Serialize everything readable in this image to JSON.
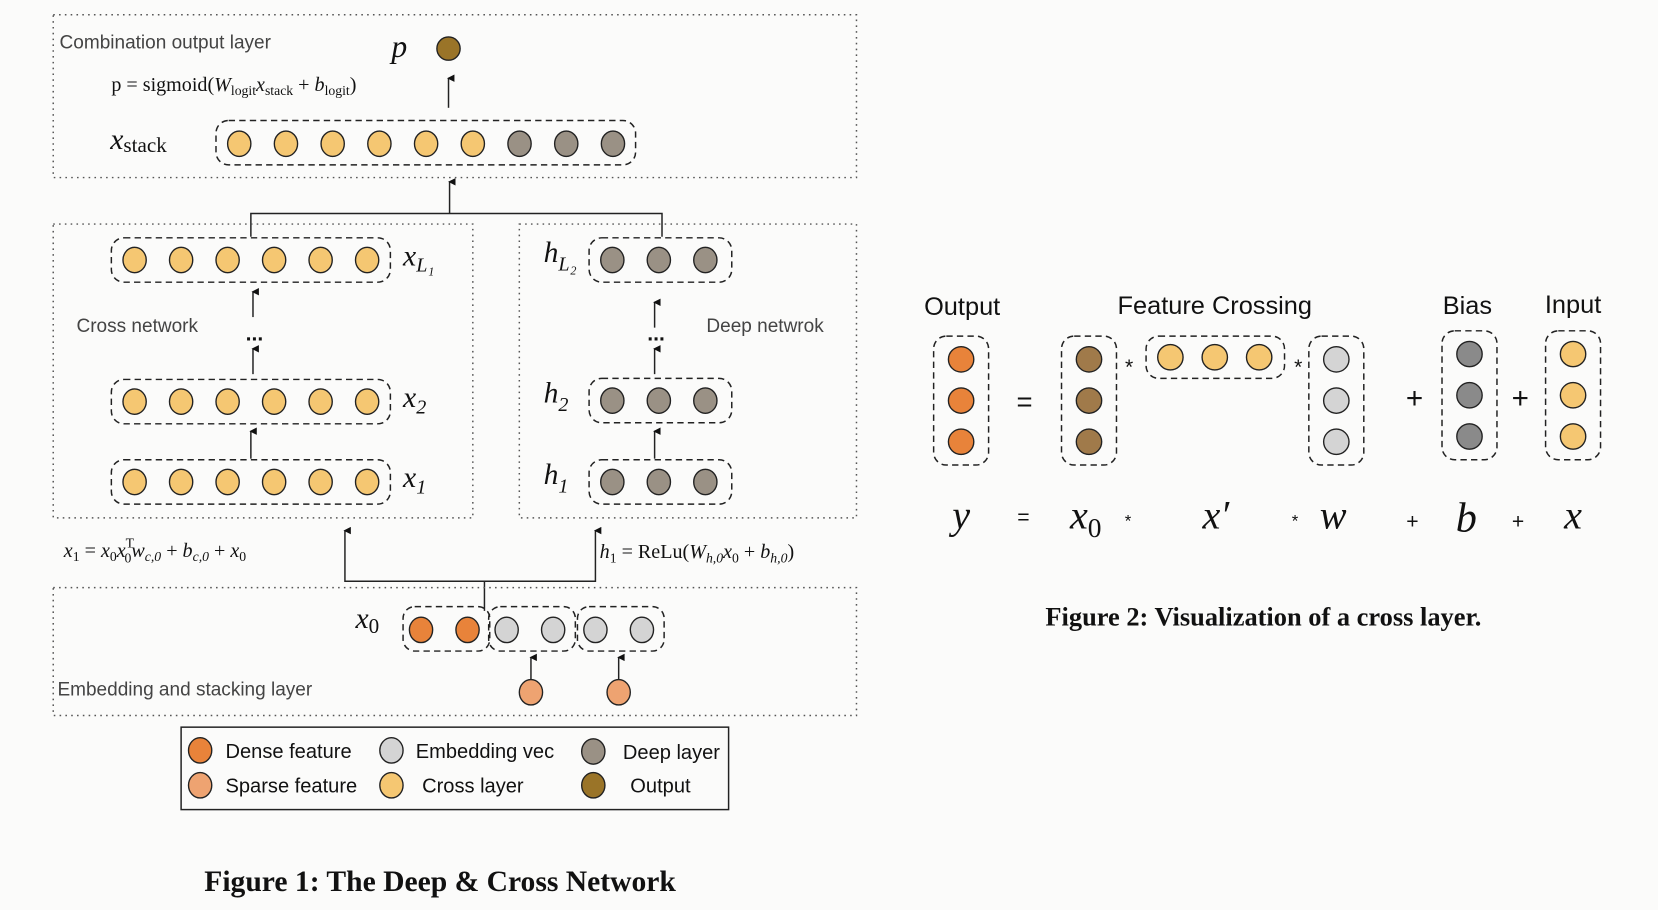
{
  "colors": {
    "dense": "#e8833a",
    "sparse": "#eea371",
    "embedding": "#d4d4d4",
    "cross": "#f5c772",
    "deep": "#9a9185",
    "output": "#9a7428",
    "crossing_x0": "#a07a4a",
    "bias": "#8a8a8a"
  },
  "figure1": {
    "caption": "Figure 1: The Deep & Cross Network",
    "combination_layer": {
      "label": "Combination output layer",
      "p_symbol": "p",
      "formula": {
        "lhs": "p = sigmoid(",
        "w": "W",
        "w_sub": "logit",
        "x": "x",
        "x_sub": "stack",
        "plus": " + ",
        "b": "b",
        "b_sub": "logit",
        "close": ")"
      },
      "stack_symbol": "x",
      "stack_sub": "stack",
      "stack_nodes": [
        "cross",
        "cross",
        "cross",
        "cross",
        "cross",
        "cross",
        "deep",
        "deep",
        "deep"
      ]
    },
    "cross_network": {
      "label": "Cross network",
      "ellipsis": "...",
      "layers": [
        {
          "symbol": "x",
          "sub": "L₁",
          "nodes": 6
        },
        {
          "symbol": "x",
          "sub": "2",
          "nodes": 6
        },
        {
          "symbol": "x",
          "sub": "1",
          "nodes": 6
        }
      ],
      "formula": "x₁ = x₀x₀ᵀw_c,0 + b_c,0 + x₀",
      "formula_parts": {
        "a": "x",
        "a_sub": "1",
        "eq": " = ",
        "b": "x",
        "b_sub": "0",
        "c": "x",
        "c_sub": "0",
        "c_sup": "T",
        "d": "w",
        "d_sub": "c,0",
        "plus1": " + ",
        "e": "b",
        "e_sub": "c,0",
        "plus2": " + ",
        "f": "x",
        "f_sub": "0"
      }
    },
    "deep_network": {
      "label": "Deep netwrok",
      "ellipsis": "...",
      "layers": [
        {
          "symbol": "h",
          "sub": "L₂",
          "nodes": 3
        },
        {
          "symbol": "h",
          "sub": "2",
          "nodes": 3
        },
        {
          "symbol": "h",
          "sub": "1",
          "nodes": 3
        }
      ],
      "formula_parts": {
        "a": "h",
        "a_sub": "1",
        "eq": " = ReLu(",
        "w": "W",
        "w_sub": "h,0",
        "x": "x",
        "x_sub": "0",
        "plus": " + ",
        "b": "b",
        "b_sub": "h,0",
        "close": ")"
      }
    },
    "embedding_layer": {
      "label": "Embedding and stacking layer",
      "x0_symbol": "x",
      "x0_sub": "0",
      "groups": [
        [
          "dense",
          "dense"
        ],
        [
          "embedding",
          "embedding"
        ],
        [
          "embedding",
          "embedding"
        ]
      ],
      "sparse_inputs": 2
    },
    "legend": [
      {
        "label": "Dense feature",
        "color_key": "dense"
      },
      {
        "label": "Embedding vec",
        "color_key": "embedding"
      },
      {
        "label": "Deep layer",
        "color_key": "deep"
      },
      {
        "label": "Sparse feature",
        "color_key": "sparse"
      },
      {
        "label": "Cross layer",
        "color_key": "cross"
      },
      {
        "label": "Output",
        "color_key": "output"
      }
    ]
  },
  "figure2": {
    "caption": "Figure 2: Visualization of a cross layer.",
    "headers": {
      "output": "Output",
      "feature_crossing": "Feature Crossing",
      "bias": "Bias",
      "input": "Input"
    },
    "operators": {
      "equals": "=",
      "times": "*",
      "plus": "+"
    },
    "equation": {
      "y": "y",
      "eq": "=",
      "x0": "x",
      "x0_sub": "0",
      "times1": "*",
      "xprime": "x′",
      "times2": "*",
      "w": "w",
      "plus1": "+",
      "b": "b",
      "plus2": "+",
      "x": "x"
    }
  }
}
